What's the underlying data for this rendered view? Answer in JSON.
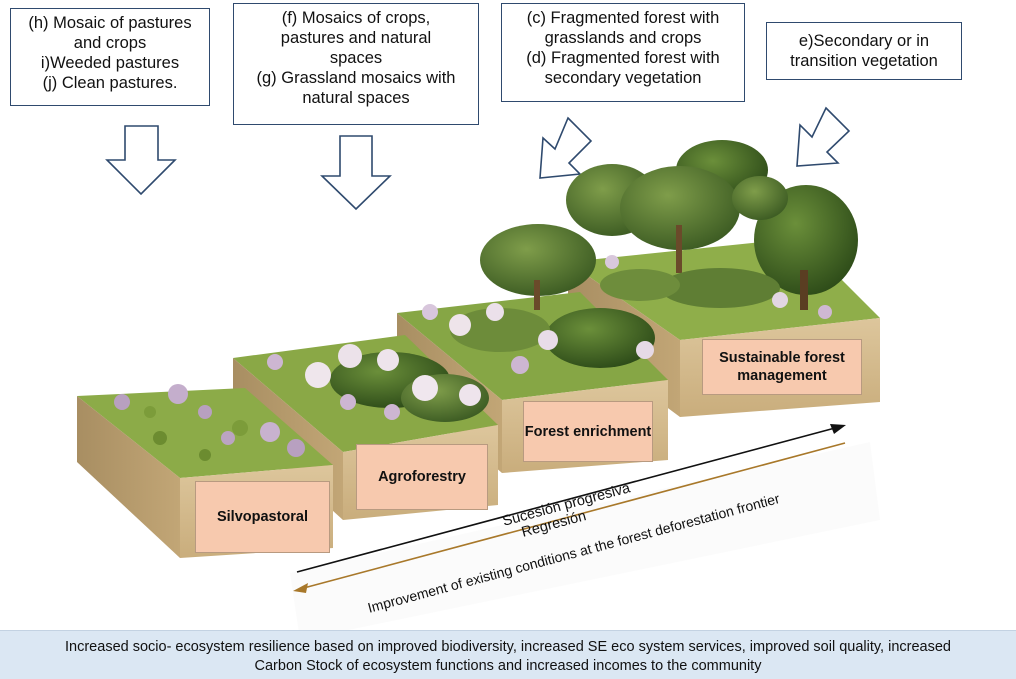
{
  "boxes": {
    "h": [
      "(h) Mosaic of pastures",
      "and crops",
      "i)Weeded pastures",
      "(j) Clean pastures."
    ],
    "f": [
      "(f) Mosaics of crops,",
      "pastures and natural",
      "spaces",
      "(g) Grassland mosaics with",
      "natural spaces"
    ],
    "c": [
      "(c) Fragmented forest with",
      "grasslands and crops",
      "(d) Fragmented forest with",
      "secondary vegetation"
    ],
    "e": [
      "e)Secondary or in",
      "transition vegetation"
    ]
  },
  "blocks": {
    "silvopastoral": "Silvopastoral",
    "agroforestry": "Agroforestry",
    "forest_enrichment": "Forest enrichment",
    "sustainable_forest_management": "Sustainable forest management"
  },
  "arrows_text": {
    "sucesion": "Sucesión progresiva",
    "regresion": "Regresión",
    "improvement": "Improvement of existing conditions at the forest deforestation frontier"
  },
  "footer": [
    "Increased socio- ecosystem resilience based on improved biodiversity, increased SE eco system services, improved soil quality, increased",
    "Carbon Stock of ecosystem functions and increased incomes to the community"
  ],
  "colors": {
    "box_border": "#2f4a6e",
    "block_side": "#d8bf92",
    "block_label_bg": "#f7c9ae",
    "grass": "#7a9a3a",
    "foliage": "#4a6e2a",
    "flowers": "#e8d8e6",
    "footer_bg": "#dbe7f3",
    "regression_arrow": "#a8782a"
  }
}
